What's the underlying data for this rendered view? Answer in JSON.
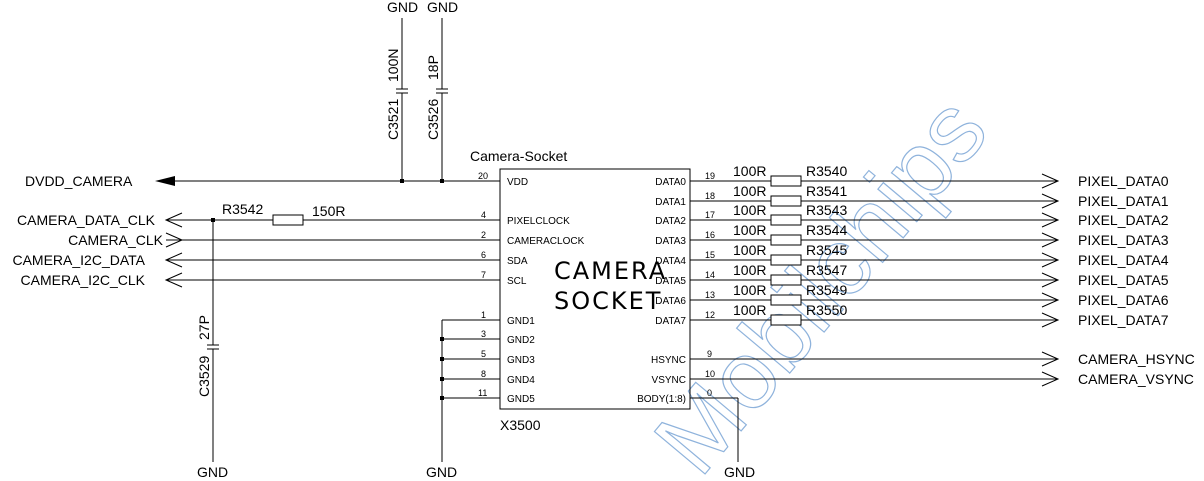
{
  "colors": {
    "wire": "#000000",
    "background": "#ffffff",
    "watermark": "#8fb3dc"
  },
  "watermark": "Mobilchips",
  "ic": {
    "title": "Camera-Socket",
    "designator": "X3500",
    "body_line1": "CAMERA",
    "body_line2": "SOCKET",
    "left_pins": [
      {
        "num": "20",
        "name": "VDD"
      },
      {
        "num": "4",
        "name": "PIXELCLOCK"
      },
      {
        "num": "2",
        "name": "CAMERACLOCK"
      },
      {
        "num": "6",
        "name": "SDA"
      },
      {
        "num": "7",
        "name": "SCL"
      },
      {
        "num": "1",
        "name": "GND1"
      },
      {
        "num": "3",
        "name": "GND2"
      },
      {
        "num": "5",
        "name": "GND3"
      },
      {
        "num": "8",
        "name": "GND4"
      },
      {
        "num": "11",
        "name": "GND5"
      }
    ],
    "right_pins": [
      {
        "num": "19",
        "name": "DATA0"
      },
      {
        "num": "18",
        "name": "DATA1"
      },
      {
        "num": "17",
        "name": "DATA2"
      },
      {
        "num": "16",
        "name": "DATA3"
      },
      {
        "num": "15",
        "name": "DATA4"
      },
      {
        "num": "14",
        "name": "DATA5"
      },
      {
        "num": "13",
        "name": "DATA6"
      },
      {
        "num": "12",
        "name": "DATA7"
      },
      {
        "num": "9",
        "name": "HSYNC"
      },
      {
        "num": "10",
        "name": "VSYNC"
      },
      {
        "num": "0",
        "name": "BODY(1:8)"
      }
    ]
  },
  "left_nets": {
    "dvdd": "DVDD_CAMERA",
    "data_clk": "CAMERA_DATA_CLK",
    "clk": "CAMERA_CLK",
    "i2c_data": "CAMERA_I2C_DATA",
    "i2c_clk": "CAMERA_I2C_CLK"
  },
  "resistor_r3542": {
    "ref": "R3542",
    "value": "150R"
  },
  "caps": {
    "c3521": {
      "ref": "C3521",
      "value": "100N"
    },
    "c3526": {
      "ref": "C3526",
      "value": "18P"
    },
    "c3529": {
      "ref": "C3529",
      "value": "27P"
    }
  },
  "gnd_label": "GND",
  "data_resistors": [
    {
      "ref": "R3540",
      "value": "100R",
      "net": "PIXEL_DATA0"
    },
    {
      "ref": "R3541",
      "value": "100R",
      "net": "PIXEL_DATA1"
    },
    {
      "ref": "R3543",
      "value": "100R",
      "net": "PIXEL_DATA2"
    },
    {
      "ref": "R3544",
      "value": "100R",
      "net": "PIXEL_DATA3"
    },
    {
      "ref": "R3545",
      "value": "100R",
      "net": "PIXEL_DATA4"
    },
    {
      "ref": "R3547",
      "value": "100R",
      "net": "PIXEL_DATA5"
    },
    {
      "ref": "R3549",
      "value": "100R",
      "net": "PIXEL_DATA6"
    },
    {
      "ref": "R3550",
      "value": "100R",
      "net": "PIXEL_DATA7"
    }
  ],
  "sync_nets": {
    "hsync": "CAMERA_HSYNC",
    "vsync": "CAMERA_VSYNC"
  }
}
